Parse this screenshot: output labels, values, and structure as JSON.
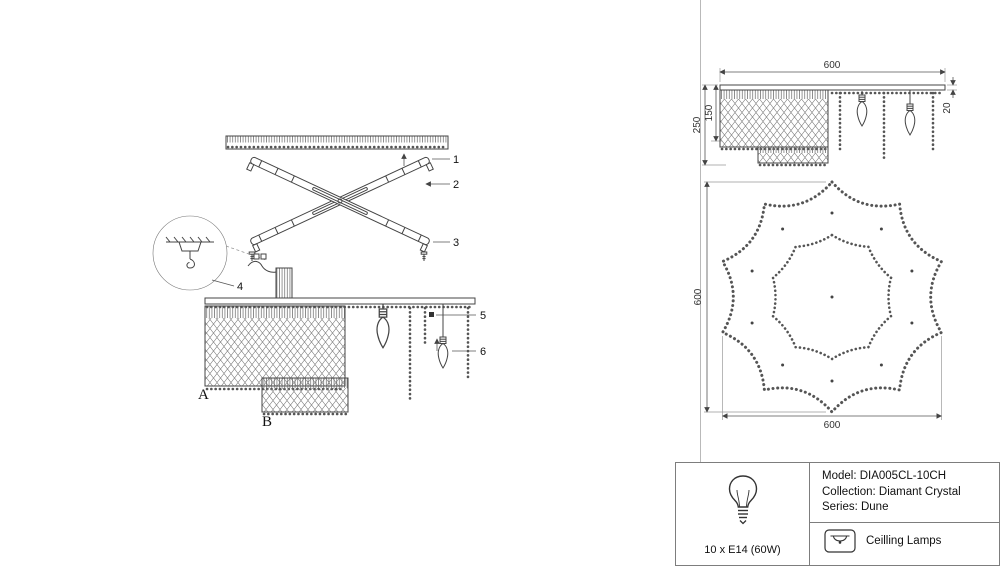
{
  "callouts": {
    "1": "1",
    "2": "2",
    "3": "3",
    "4": "4",
    "5": "5",
    "6": "6",
    "A": "A",
    "B": "B"
  },
  "dimensions": {
    "side_width": "600",
    "side_height_total": "250",
    "side_height_band": "150",
    "plate_thickness": "20",
    "plan_height": "600",
    "plan_width": "600"
  },
  "specs": {
    "model": "Model: DIA005CL-10CH",
    "collection": "Collection: Diamant Crystal",
    "series": "Series: Dune",
    "type": "Ceilling Lamps",
    "bulb": "10 x E14 (60W)"
  },
  "icons": {
    "bulb_icon": "light-bulb-outline",
    "ceiling_lamp_icon": "ceiling-lamp-outline"
  }
}
